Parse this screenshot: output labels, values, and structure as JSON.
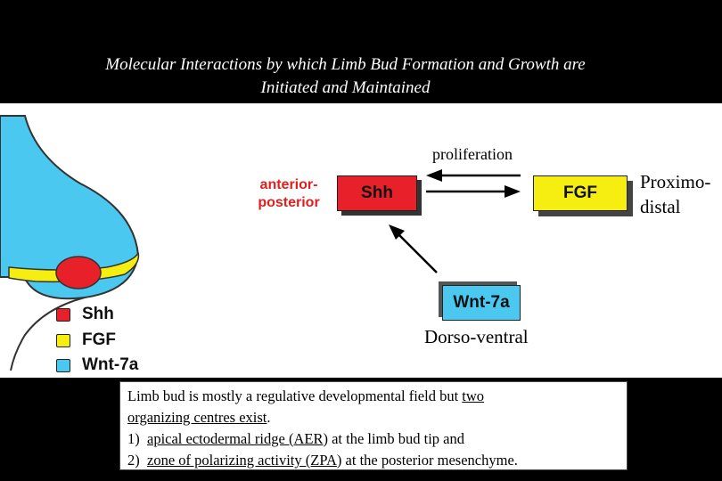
{
  "title": {
    "line1": "Molecular Interactions by which Limb Bud Formation and Growth are",
    "line2": "Initiated and Maintained"
  },
  "diagram": {
    "proliferation": "proliferation",
    "proximo_line1": "Proximo-",
    "proximo_line2": "distal",
    "dorso": "Dorso-ventral",
    "ap_line1": "anterior-",
    "ap_line2": "posterior",
    "box_shh": "Shh",
    "box_fgf": "FGF",
    "box_wnt": "Wnt-7a"
  },
  "legend": {
    "items": [
      {
        "label": "Shh",
        "color": "#e8202a"
      },
      {
        "label": "FGF",
        "color": "#f5ee10"
      },
      {
        "label": "Wnt-7a",
        "color": "#4bc8f0"
      }
    ]
  },
  "description": {
    "line1_a": "Limb bud is mostly a regulative developmental field but ",
    "line1_b": "two",
    "line2_a": "organizing centres exist",
    "line2_b": ".",
    "line3_num": "1)  ",
    "line3_u": "apical ectodermal ridge (AER",
    "line3_b": ") at the limb bud tip and",
    "line4_num": "2)  ",
    "line4_u": "zone of polarizing activity (ZPA",
    "line4_b": ") at the posterior mesenchyme."
  },
  "colors": {
    "shh": "#e8202a",
    "fgf": "#f5ee10",
    "wnt": "#4bc8f0"
  }
}
